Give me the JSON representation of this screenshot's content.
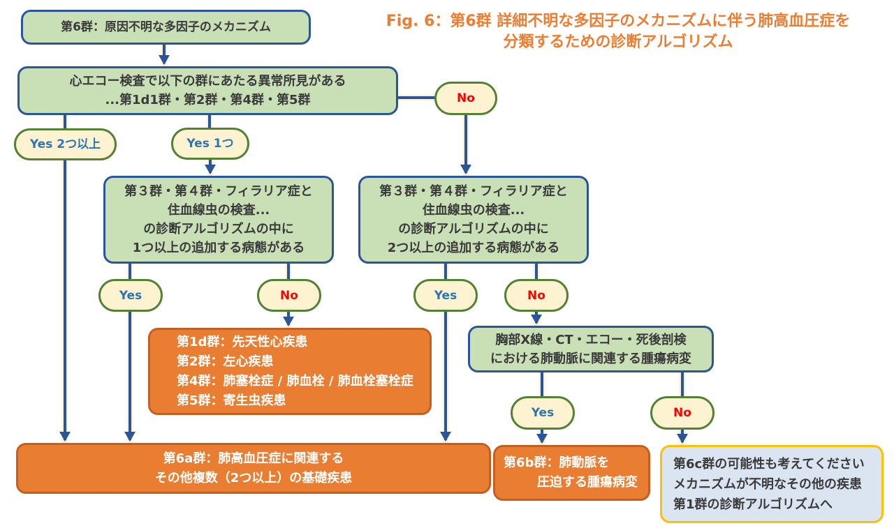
{
  "title": {
    "line1": "Fig. 6：第6群 詳細不明な多因子のメカニズムに伴う肺高血圧症を",
    "line2": "分類するための診断アルゴリズム"
  },
  "nodes": {
    "group6": {
      "text": "第6群：原因不明な多因子のメカニズム"
    },
    "echo": {
      "line1": "心エコー検査で以下の群にあたる異常所見がある",
      "line2": "...第1d1群・第2群・第4群・第5群"
    },
    "no_top": {
      "label": "No"
    },
    "yes_two_or_more": {
      "label": "Yes 2つ以上"
    },
    "yes_one": {
      "label": "Yes 1つ"
    },
    "mid_left": {
      "line1": "第３群・第４群・フィラリア症と",
      "line2": "住血線虫の検査...",
      "line3": "の診断アルゴリズムの中に",
      "line4": "1つ以上の追加する病態がある"
    },
    "mid_right": {
      "line1": "第３群・第４群・フィラリア症と",
      "line2": "住血線虫の検査...",
      "line3": "の診断アルゴリズムの中に",
      "line4": "2つ以上の追加する病態がある"
    },
    "yes_left": {
      "label": "Yes"
    },
    "no_left": {
      "label": "No"
    },
    "yes_right": {
      "label": "Yes"
    },
    "no_right": {
      "label": "No"
    },
    "groups_1d": {
      "line1": "第1d群：先天性心疾患",
      "line2": "第2群：左心疾患",
      "line3": "第4群：肺塞栓症 / 肺血栓 / 肺血栓塞栓症",
      "line4": "第5群：寄生虫疾患"
    },
    "xray": {
      "line1": "胸部X線・CT・エコー・死後剖検",
      "line2": "における肺動脈に関連する腫瘍病変"
    },
    "yes_bottom": {
      "label": "Yes"
    },
    "no_bottom": {
      "label": "No"
    },
    "group6a": {
      "line1": "第6a群：肺高血圧症に関連する",
      "line2": "その他複数（2つ以上）の基礎疾患"
    },
    "group6b": {
      "line1": "第6b群：肺動脈を",
      "line2": "圧迫する腫瘍病変"
    },
    "group6c": {
      "line1": "第6c群の可能性も考えてください",
      "line2": "メカニズムが不明なその他の疾患",
      "line3": "第1群の診断アルゴリズムへ"
    }
  },
  "colors": {
    "green_fill": "#c9dfb6",
    "green_border": "#2a5699",
    "oval_fill": "#fdf3d1",
    "oval_border": "#548235",
    "orange_fill": "#e97e33",
    "orange_border": "#c55f1f",
    "blue_box_fill": "#dbe5f2",
    "blue_box_border": "#ffc000",
    "connector": "#2a5699",
    "connector_glow": "#fbf1d4",
    "yes_text": "#2e74b5",
    "no_text": "#ff0000",
    "title_text": "#ed7d31",
    "body_text": "#3a3a3a",
    "white_text": "#ffffff"
  }
}
